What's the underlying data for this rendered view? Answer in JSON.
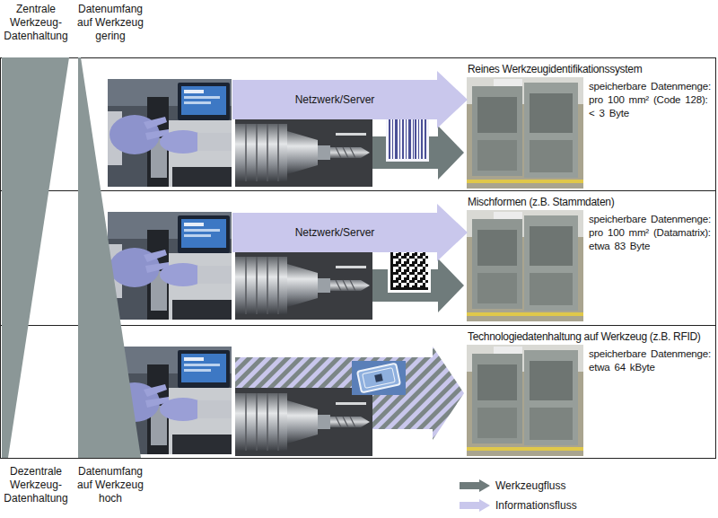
{
  "diagram": {
    "nodes": [
      {
        "text": [
          "Reines Werkzeugidentifikationssystem",
          "speicherbare Datenmenge: pro 100 mm² (Code 128): < 3 Byte"
        ]
      },
      {
        "text": [
          "Netzwerk/Server"
        ],
        "in": 0
      },
      {
        "text": [
          "Mischformen (z.B. Stammdaten)",
          "speicherbare Datenmenge: pro 100 mm² (Datamatrix): etwa 83 Byte"
        ]
      },
      {
        "text": [
          "Netzwerk/Server"
        ],
        "in": 2
      },
      {
        "text": [
          "Technologiedatenhaltung auf Werkzeug (z.B. RFID)",
          "speicherbare Datenmenge: etwa 64 kByte"
        ]
      }
    ],
    "labels": [
      "Zentrale Werkzeug-Datenhaltung",
      "Datenumfang auf Werkzeug gering",
      "Dezentrale Werkzeug-Datenhaltung",
      "Datenumfang auf Werkzeug hoch"
    ],
    "legend": [
      {
        "text": "Werkzeugfluss",
        "color": "#6f7b7b"
      },
      {
        "text": "Informationsfluss",
        "color": "#c9c7ec"
      }
    ]
  }
}
